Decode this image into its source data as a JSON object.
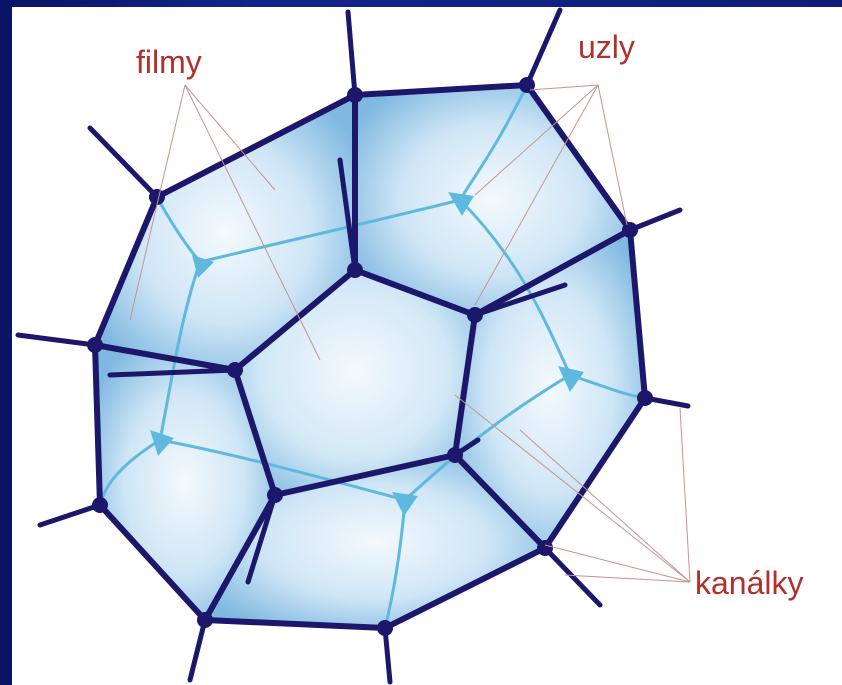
{
  "diagram": {
    "labels": {
      "films": "filmy",
      "nodes": "uzly",
      "channels": "kanálky"
    },
    "colors": {
      "slide_background": "#0d1a6e",
      "panel_background": "#ffffff",
      "cell_fill_center": "#f2f8fd",
      "cell_fill_edge": "#8ec3e6",
      "outer_edges": "#1c176b",
      "inner_channels": "#59b7de",
      "label_text": "#b0302a",
      "leader_lines": "#c9938f"
    }
  }
}
